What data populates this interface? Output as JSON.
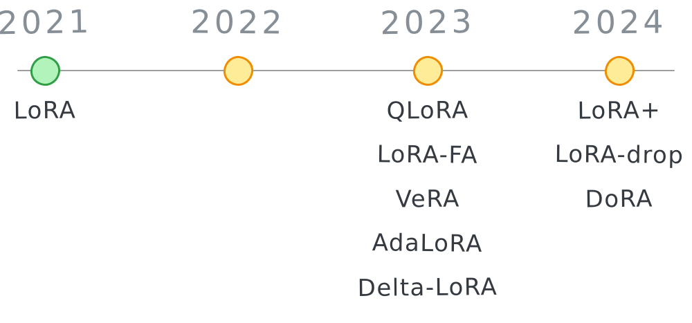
{
  "colors": {
    "year_text": "#868e96",
    "item_text": "#343a40",
    "timeline_line": "#9e9e9e",
    "milestone_green_fill": "#b2f2bb",
    "milestone_green_stroke": "#2f9e44",
    "milestone_yellow_fill": "#ffec99",
    "milestone_yellow_stroke": "#f08c00",
    "canvas_bg": "#ffffff"
  },
  "timeline": {
    "milestones": [
      {
        "year": "2021",
        "dot_color": "green",
        "items": [
          "LoRA"
        ]
      },
      {
        "year": "2022",
        "dot_color": "yellow",
        "items": []
      },
      {
        "year": "2023",
        "dot_color": "yellow",
        "items": [
          "QLoRA",
          "LoRA-FA",
          "VeRA",
          "AdaLoRA",
          "Delta-LoRA"
        ]
      },
      {
        "year": "2024",
        "dot_color": "yellow",
        "items": [
          "LoRA+",
          "LoRA-drop",
          "DoRA"
        ]
      }
    ]
  }
}
